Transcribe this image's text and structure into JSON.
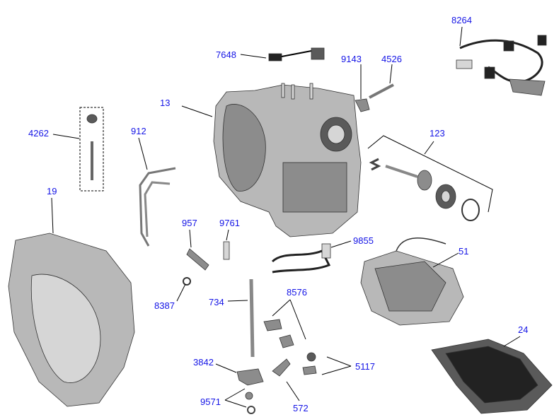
{
  "title": "Transmission exploded parts diagram",
  "label_color": "#1414e6",
  "callouts": {
    "p8264": "8264",
    "p7648": "7648",
    "p9143": "9143",
    "p4526": "4526",
    "p13": "13",
    "p4262": "4262",
    "p912": "912",
    "p123": "123",
    "p19": "19",
    "p957": "957",
    "p9761": "9761",
    "p9855": "9855",
    "p51": "51",
    "p8387": "8387",
    "p734": "734",
    "p8576": "8576",
    "p24": "24",
    "p3842": "3842",
    "p5117": "5117",
    "p9571": "9571",
    "p572": "572"
  }
}
